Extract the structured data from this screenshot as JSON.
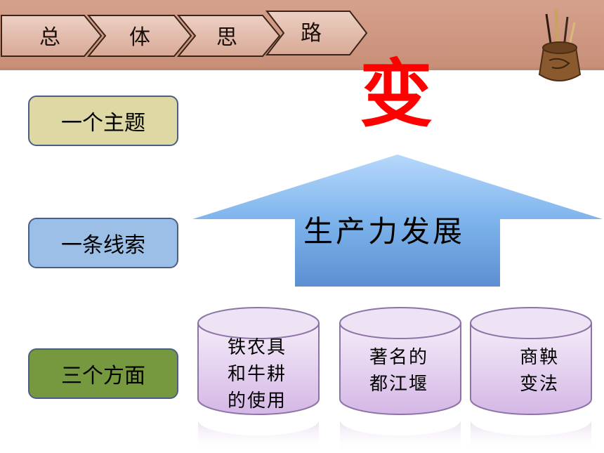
{
  "header": {
    "steps": [
      "总",
      "体",
      "思",
      "路"
    ]
  },
  "sidebar": {
    "items": [
      "一个主题",
      "一条线索",
      "三个方面"
    ]
  },
  "main": {
    "theme_char": "变",
    "arrow_label": "生产力发展",
    "aspects": [
      [
        "铁农具",
        "和牛耕",
        "的使用"
      ],
      [
        "著名的",
        "都江堰"
      ],
      [
        "商鞅",
        "变法"
      ]
    ]
  },
  "colors": {
    "header_bg": "#d5a18d",
    "theme_box": "#ddd8a4",
    "thread_box": "#9cbfe7",
    "aspects_box": "#769940",
    "theme_char": "#ff0000",
    "arrow": "#7db4ec",
    "cylinder": "#e7d4f0"
  },
  "icons": [
    "brush-pen-holder-icon"
  ]
}
